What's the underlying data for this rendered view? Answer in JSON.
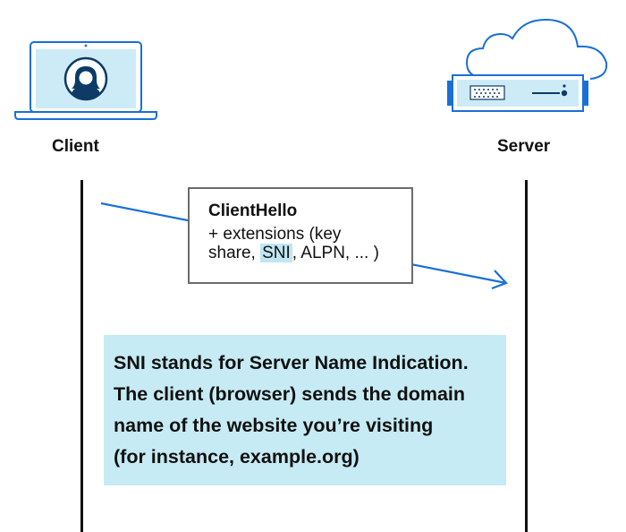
{
  "client": {
    "label": "Client",
    "icon": "laptop-user-icon"
  },
  "server": {
    "label": "Server",
    "icon": "cloud-server-icon"
  },
  "message": {
    "title": "ClientHello",
    "line1": "+ extensions (key",
    "line2_pre": "share, ",
    "line2_highlight": "SNI",
    "line2_post": ", ALPN, ... )"
  },
  "note": {
    "lines": [
      "SNI stands for Server Name Indication.",
      "The client (browser) sends the domain",
      "name of the website you’re visiting",
      "(for instance, example.org)"
    ]
  },
  "colors": {
    "accent_blue": "#1a6fd6",
    "note_bg": "#c6ebf5",
    "highlight_bg": "#bfe6f2"
  }
}
